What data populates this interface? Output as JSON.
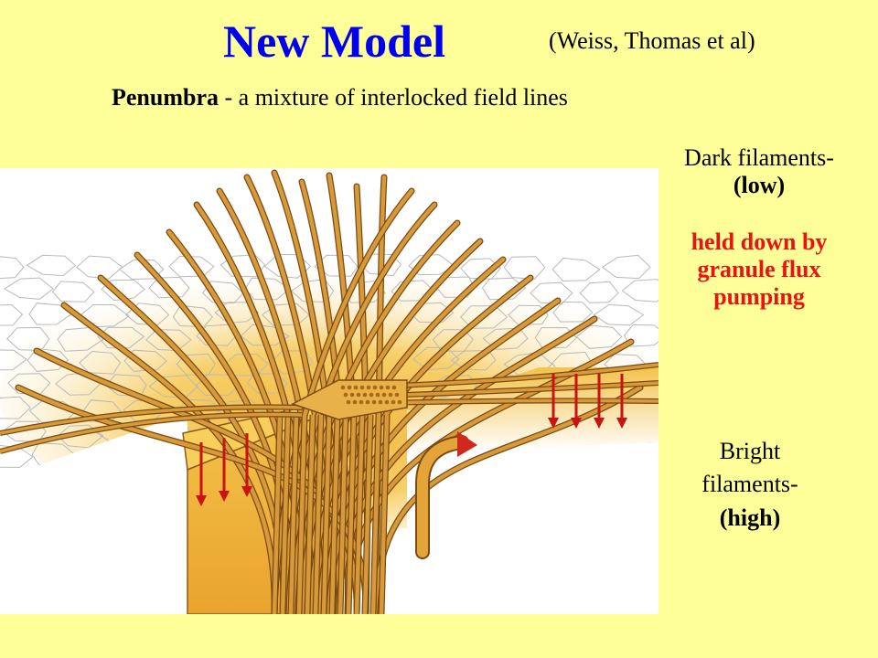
{
  "slide": {
    "title": "New Model",
    "credit": "(Weiss, Thomas et al)",
    "subtitle_bold": "Penumbra",
    "subtitle_rest": " - a mixture of interlocked field lines"
  },
  "dark_filaments": {
    "label": "Dark filaments-",
    "level": "(low)"
  },
  "mechanism": {
    "line1": "held down by",
    "line2": "granule flux",
    "line3": "pumping"
  },
  "bright_filaments": {
    "line1": "Bright",
    "line2": "filaments-",
    "level": "(high)"
  },
  "colors": {
    "background": "#ffff99",
    "title": "#0000ee",
    "highlight": "#ee1111",
    "tube_fill": "#d79a3a",
    "tube_edge": "#7a4a12",
    "arrow": "#cc1111"
  },
  "icons": [
    "sunspot-flux-tube-illustration",
    "pumping-arrow-icon",
    "upflow-arrow-icon"
  ]
}
